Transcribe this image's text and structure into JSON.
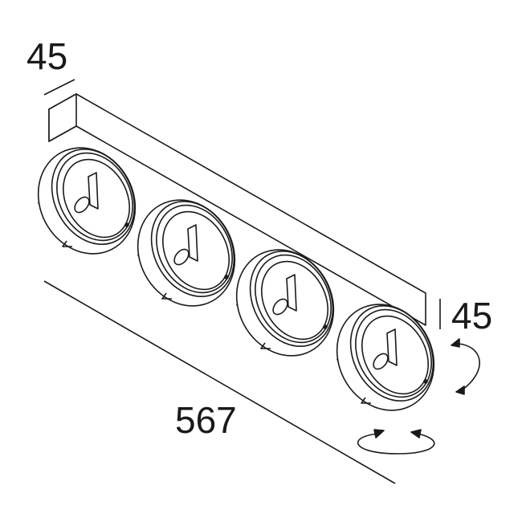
{
  "dimensions": {
    "width_label": "45",
    "height_label": "45",
    "length_label": "567"
  },
  "colors": {
    "line": "#1a1a1a",
    "background": "#ffffff"
  },
  "lamp_count": 4
}
